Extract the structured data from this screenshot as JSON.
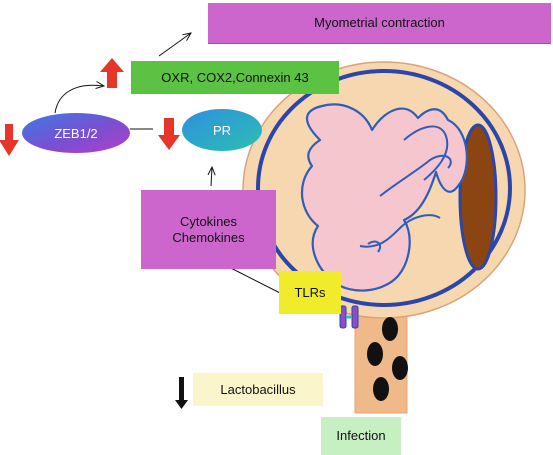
{
  "labels": {
    "myometrial": "Myometrial contraction",
    "oxr": "OXR, COX2,Connexin 43",
    "zeb": "ZEB1/2",
    "pr": "PR",
    "cytokines": "Cytokines",
    "chemokines": "Chemokines",
    "tlrs": "TLRs",
    "lactobacillus": "Lactobacillus",
    "infection": "Infection"
  },
  "colors": {
    "purple_box": "#cc66cc",
    "green_box": "#5cc244",
    "yellow_box": "#f0ec2c",
    "light_yellow_box": "#fbf5cc",
    "light_green_box": "#c6f0c2",
    "up_arrow": "#e8352a",
    "down_arrow": "#e8352a",
    "uterus_fill": "#f7d7b0",
    "uterus_outline": "#2b46a8",
    "fetus_fill": "#f6c6cf",
    "placenta": "#8b4513",
    "bacteria": "#111111"
  }
}
